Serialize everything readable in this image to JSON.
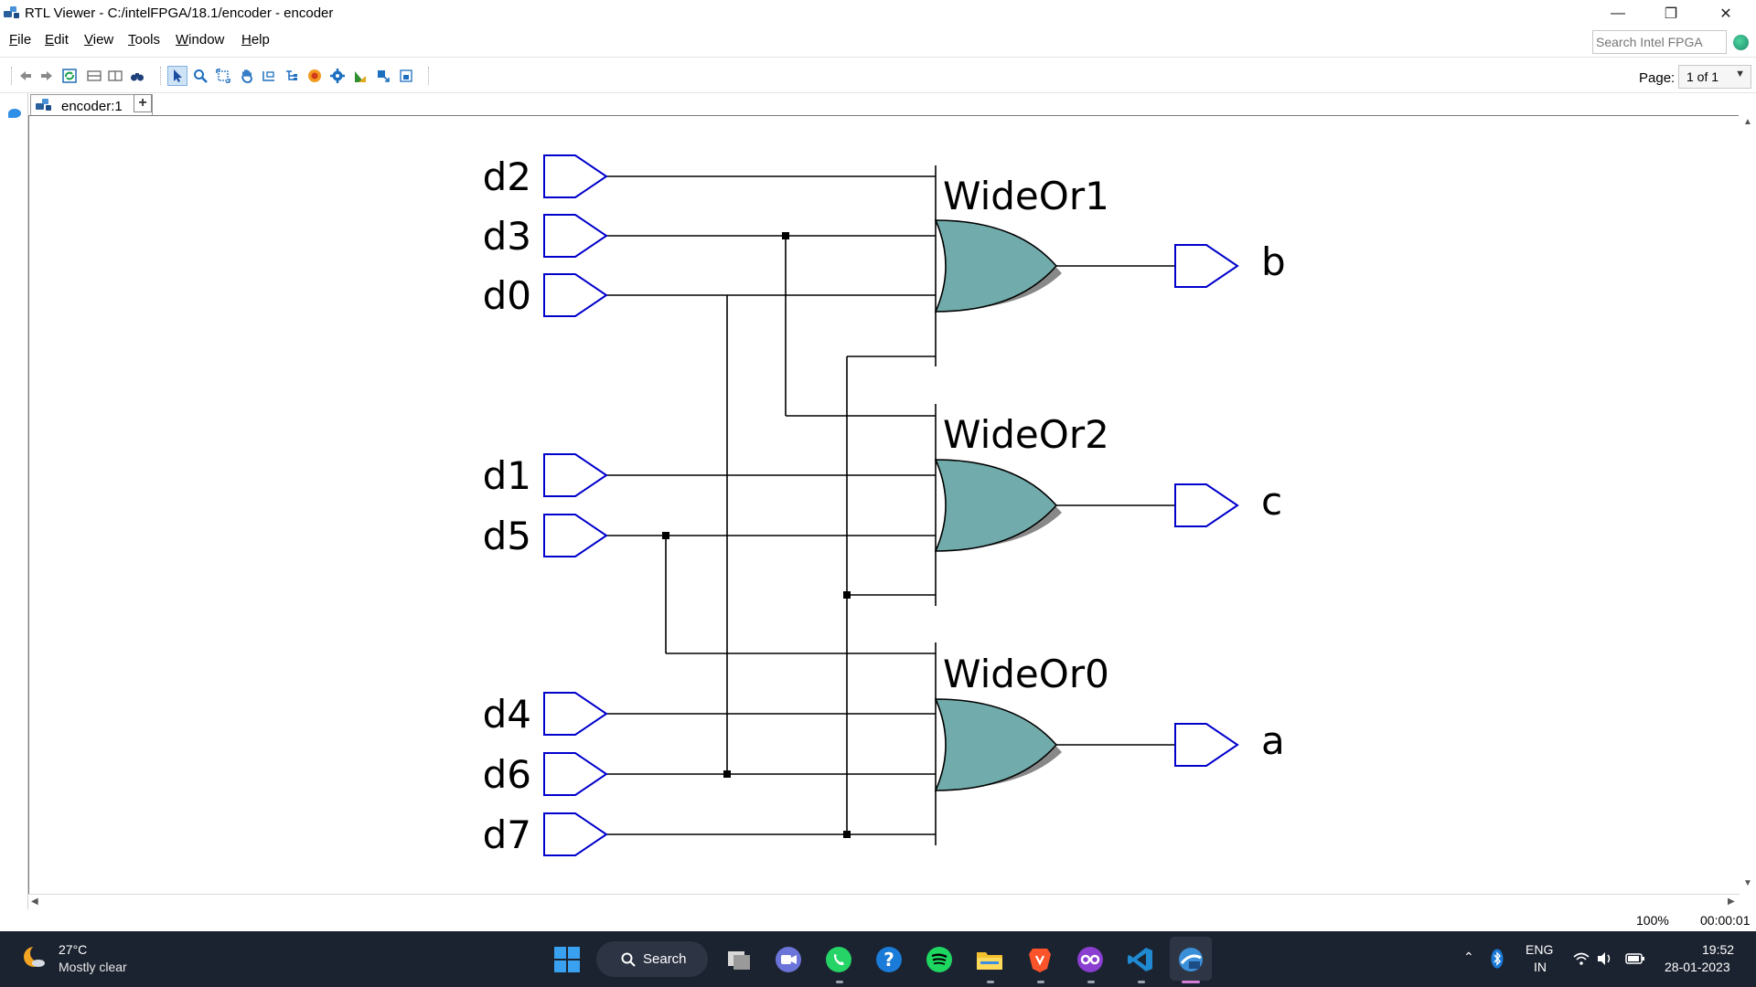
{
  "window": {
    "title": "RTL Viewer - C:/intelFPGA/18.1/encoder - encoder",
    "minimize_glyph": "—",
    "restore_glyph": "❐",
    "close_glyph": "✕"
  },
  "menu": {
    "items": [
      {
        "label": "File",
        "key": "F"
      },
      {
        "label": "Edit",
        "key": "E"
      },
      {
        "label": "View",
        "key": "V"
      },
      {
        "label": "Tools",
        "key": "T"
      },
      {
        "label": "Window",
        "key": "W"
      },
      {
        "label": "Help",
        "key": "H"
      }
    ],
    "search_placeholder": "Search Intel FPGA"
  },
  "toolbar": {
    "page_label": "Page:",
    "page_value": "1 of 1",
    "icons": [
      "back-icon",
      "forward-icon",
      "refresh-icon",
      "collapse-icon",
      "expand-icon",
      "find-icon",
      "select-icon",
      "zoom-icon",
      "fit-icon",
      "hand-icon",
      "netlist-icon",
      "hierarchy-icon",
      "filter-icon",
      "settings-icon",
      "chart-icon",
      "export-icon",
      "page-icon"
    ]
  },
  "tabs": [
    {
      "label": "encoder:1",
      "active": true
    }
  ],
  "tab_add_label": "+",
  "schematic": {
    "inputs": [
      "d2",
      "d3",
      "d0",
      "d1",
      "d5",
      "d4",
      "d6",
      "d7"
    ],
    "gates": [
      "WideOr1",
      "WideOr2",
      "WideOr0"
    ],
    "outputs": [
      "b",
      "c",
      "a"
    ],
    "colors": {
      "gate_fill": "#72abab",
      "port_stroke": "#0000cc",
      "wire": "#000000",
      "shadow": "#888888"
    }
  },
  "status": {
    "zoom": "100%",
    "elapsed": "00:00:01"
  },
  "taskbar": {
    "weather_temp": "27°C",
    "weather_desc": "Mostly clear",
    "search_label": "Search",
    "apps": [
      "windows-start",
      "search",
      "task-view",
      "zoom-meeting",
      "whatsapp",
      "help",
      "spotify",
      "file-explorer",
      "brave",
      "obs",
      "vscode",
      "quartus"
    ],
    "tray_lang": "ENG",
    "tray_region": "IN",
    "clock_time": "19:52",
    "clock_date": "28-01-2023"
  }
}
